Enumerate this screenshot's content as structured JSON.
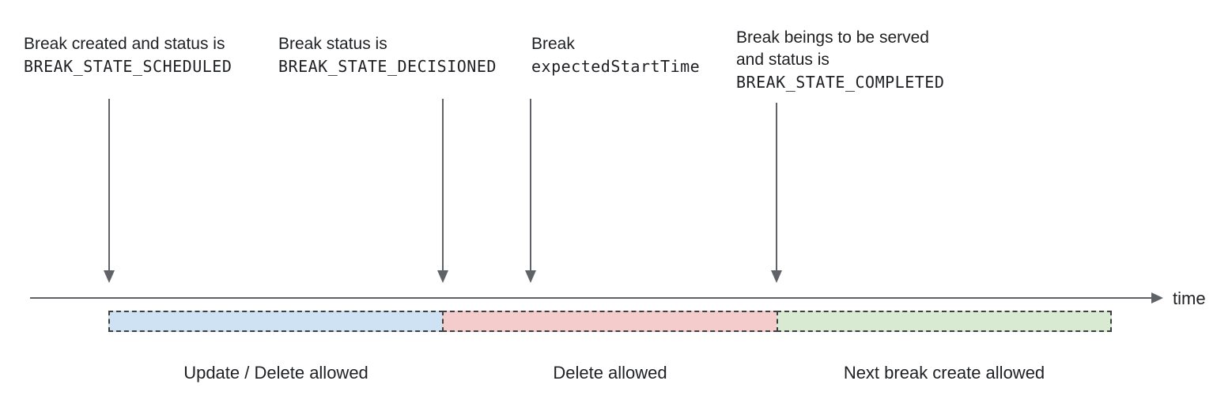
{
  "diagram": {
    "annotations": [
      {
        "text": "Break created and status is",
        "code": "BREAK_STATE_SCHEDULED"
      },
      {
        "text": "Break status is",
        "code": "BREAK_STATE_DECISIONED"
      },
      {
        "text": "Break",
        "code": "expectedStartTime"
      },
      {
        "text": "Break beings to be served\nand status is",
        "code": "BREAK_STATE_COMPLETED"
      }
    ],
    "axis": {
      "label": "time"
    },
    "segments": [
      {
        "label": "Update / Delete allowed",
        "color": "#cfe2f3"
      },
      {
        "label": "Delete allowed",
        "color": "#f4cccc"
      },
      {
        "label": "Next break create allowed",
        "color": "#d9ead3"
      }
    ],
    "colors": {
      "arrow": "#5f6368",
      "dashed_border": "#3d4043",
      "text": "#202124"
    }
  }
}
